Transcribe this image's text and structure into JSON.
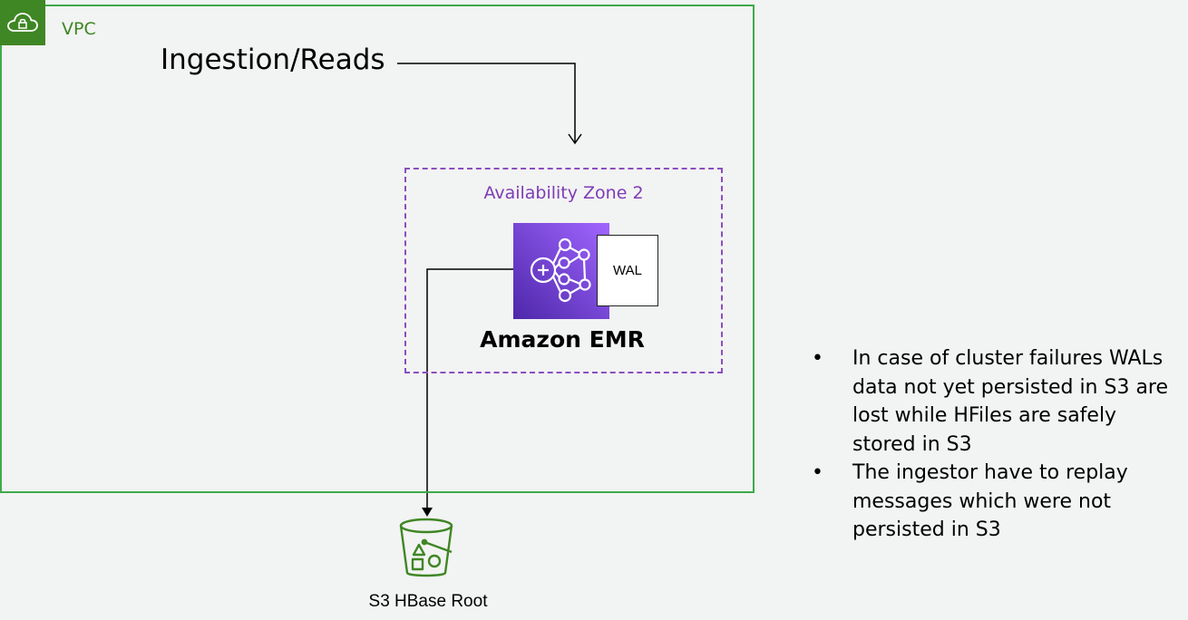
{
  "vpc": {
    "label": "VPC",
    "icon": "cloud-lock-icon",
    "border_color": "#3eaa4a",
    "icon_bg_color": "#3f8624"
  },
  "ingestion": {
    "label": "Ingestion/Reads"
  },
  "availability_zone": {
    "label": "Availability Zone 2",
    "color": "#7d3cb5"
  },
  "emr": {
    "label": "Amazon EMR",
    "icon": "amazon-emr-icon"
  },
  "wal": {
    "label": "WAL"
  },
  "s3": {
    "label": "S3 HBase Root",
    "icon": "s3-bucket-icon",
    "color": "#3f8624"
  },
  "notes": [
    "In case of cluster failures WALs data not yet persisted in S3 are lost while HFiles are safely stored in S3",
    "The ingestor have to replay messages which were not persisted in S3"
  ]
}
